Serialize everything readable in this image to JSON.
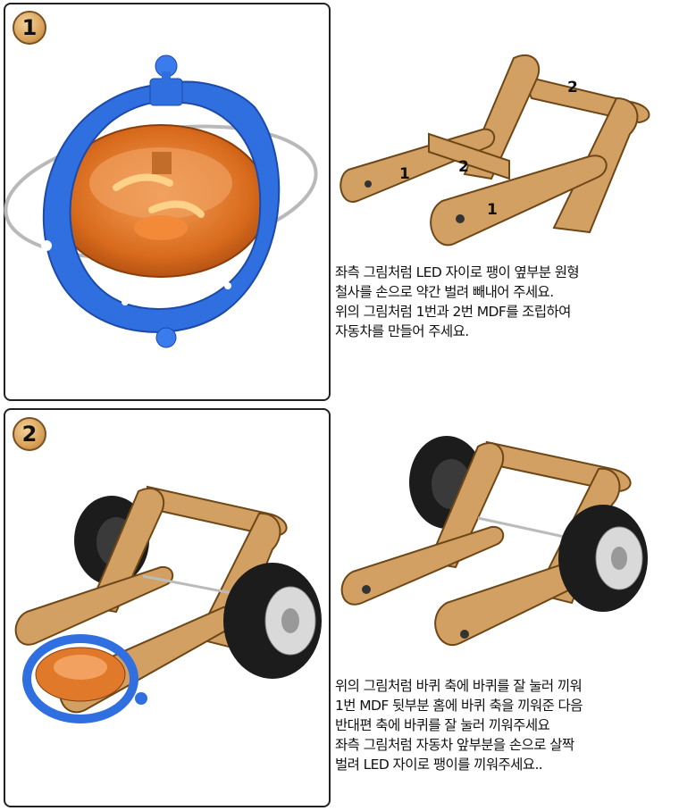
{
  "steps": [
    {
      "number": "1",
      "lines": [
        "좌측 그림처럼 LED 자이로 팽이 옆부분 원형",
        "철사를 손으로 약간 벌려 빼내어 주세요.",
        "위의 그림처럼 1번과 2번 MDF를 조립하여",
        "자동차를 만들어 주세요."
      ],
      "part_labels": [
        "1",
        "2",
        "2",
        "1"
      ]
    },
    {
      "number": "2",
      "lines": [
        "위의 그림처럼 바퀴 축에 바퀴를 잘 눌러 끼워",
        "1번 MDF 뒷부분 홈에 바퀴 축을 끼워준 다음",
        "반대편 축에 바퀴를 잘 눌러 끼워주세요",
        "좌측 그림처럼 자동차 앞부분을 손으로 살짝",
        "벌려 LED 자이로 팽이를 끼워주세요.."
      ]
    }
  ],
  "colors": {
    "gyro_frame": "#2f6fe0",
    "gyro_disc": "#e07a2a",
    "wood": "#d2a062",
    "tire": "#1c1c1c"
  }
}
